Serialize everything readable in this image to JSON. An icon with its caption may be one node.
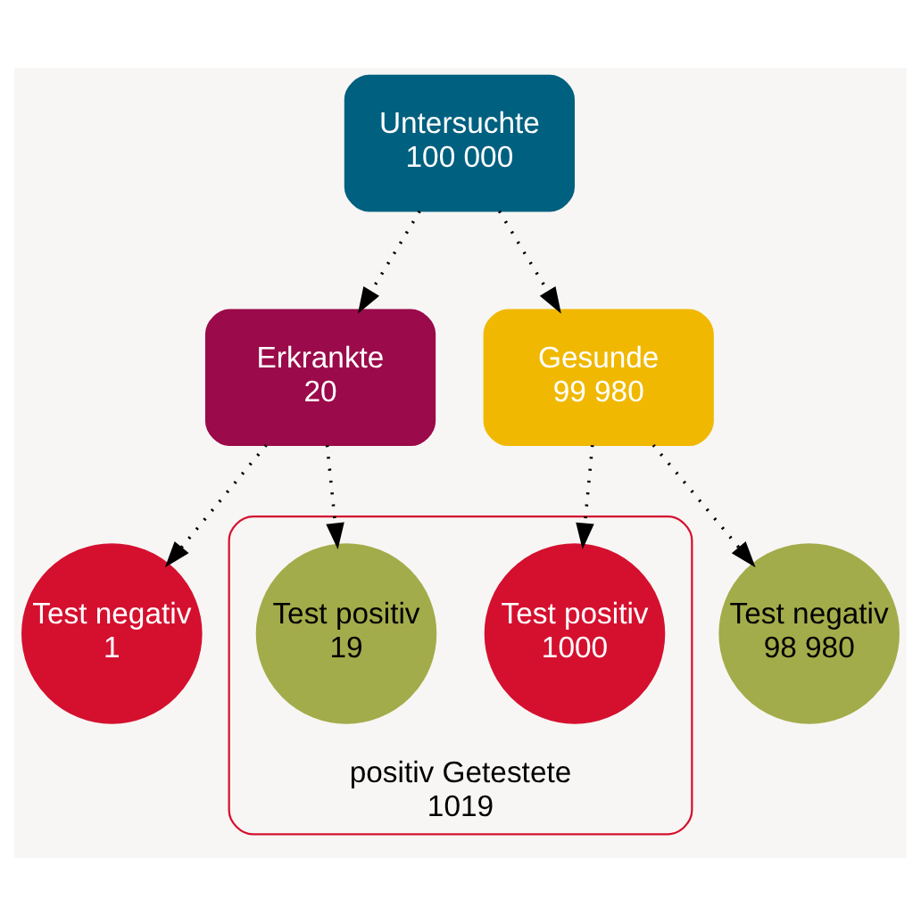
{
  "diagram": {
    "nodes": [
      {
        "text": [
          "Untersuchte",
          "100 000"
        ]
      },
      {
        "text": [
          "Erkrankte",
          "20"
        ]
      },
      {
        "text": [
          "Gesunde",
          "99 980"
        ]
      },
      {
        "text": [
          "Test negativ",
          "1"
        ]
      },
      {
        "text": [
          "positiv Getestete",
          "1019"
        ]
      },
      {
        "text": [
          "Test positiv",
          "19"
        ],
        "in": 4
      },
      {
        "text": [
          "Test positiv",
          "1000"
        ],
        "in": 4
      },
      {
        "text": [
          "Test negativ",
          "98 980"
        ]
      }
    ],
    "edges": [
      {
        "from": 0,
        "to": 1,
        "arrow": "to"
      },
      {
        "from": 0,
        "to": 2,
        "arrow": "to"
      },
      {
        "from": 1,
        "to": 3,
        "arrow": "to"
      },
      {
        "from": 1,
        "to": 5,
        "arrow": "to"
      },
      {
        "from": 2,
        "to": 6,
        "arrow": "to"
      },
      {
        "from": 2,
        "to": 7,
        "arrow": "to"
      }
    ]
  }
}
